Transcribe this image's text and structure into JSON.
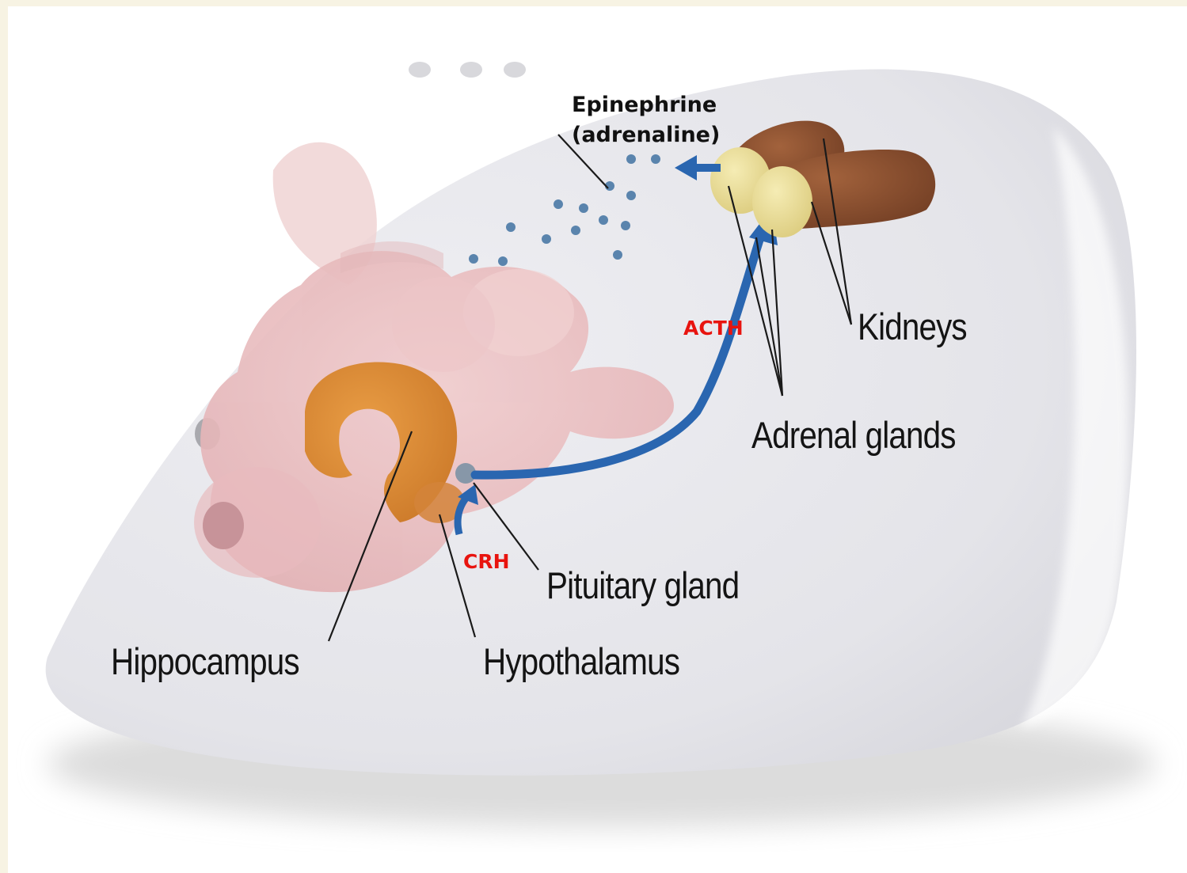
{
  "labels": {
    "epinephrine_line1": "Epinephrine",
    "epinephrine_line2": "(adrenaline)",
    "acth": "ACTH",
    "crh": "CRH",
    "kidneys": "Kidneys",
    "adrenal_glands": "Adrenal glands",
    "pituitary_gland": "Pituitary gland",
    "hippocampus": "Hippocampus",
    "hypothalamus": "Hypothalamus"
  },
  "colors": {
    "background": "#f7f3e3",
    "hormone_text": "#e8140f",
    "label_text": "#141414",
    "arrow": "#2a66b0",
    "molecule": "#5a84ad",
    "kidney": "#8a4f2e",
    "adrenal": "#efe29a",
    "hippocampus": "#e0913a",
    "brain": "#efc3c4"
  },
  "icons": {
    "body": "mouse-body-silhouette",
    "organs": [
      "brain",
      "hippocampus",
      "pituitary-gland",
      "adrenal-glands",
      "kidneys"
    ],
    "arrows": [
      "crh-arrow",
      "acth-arrow",
      "epinephrine-release-arrow"
    ]
  }
}
